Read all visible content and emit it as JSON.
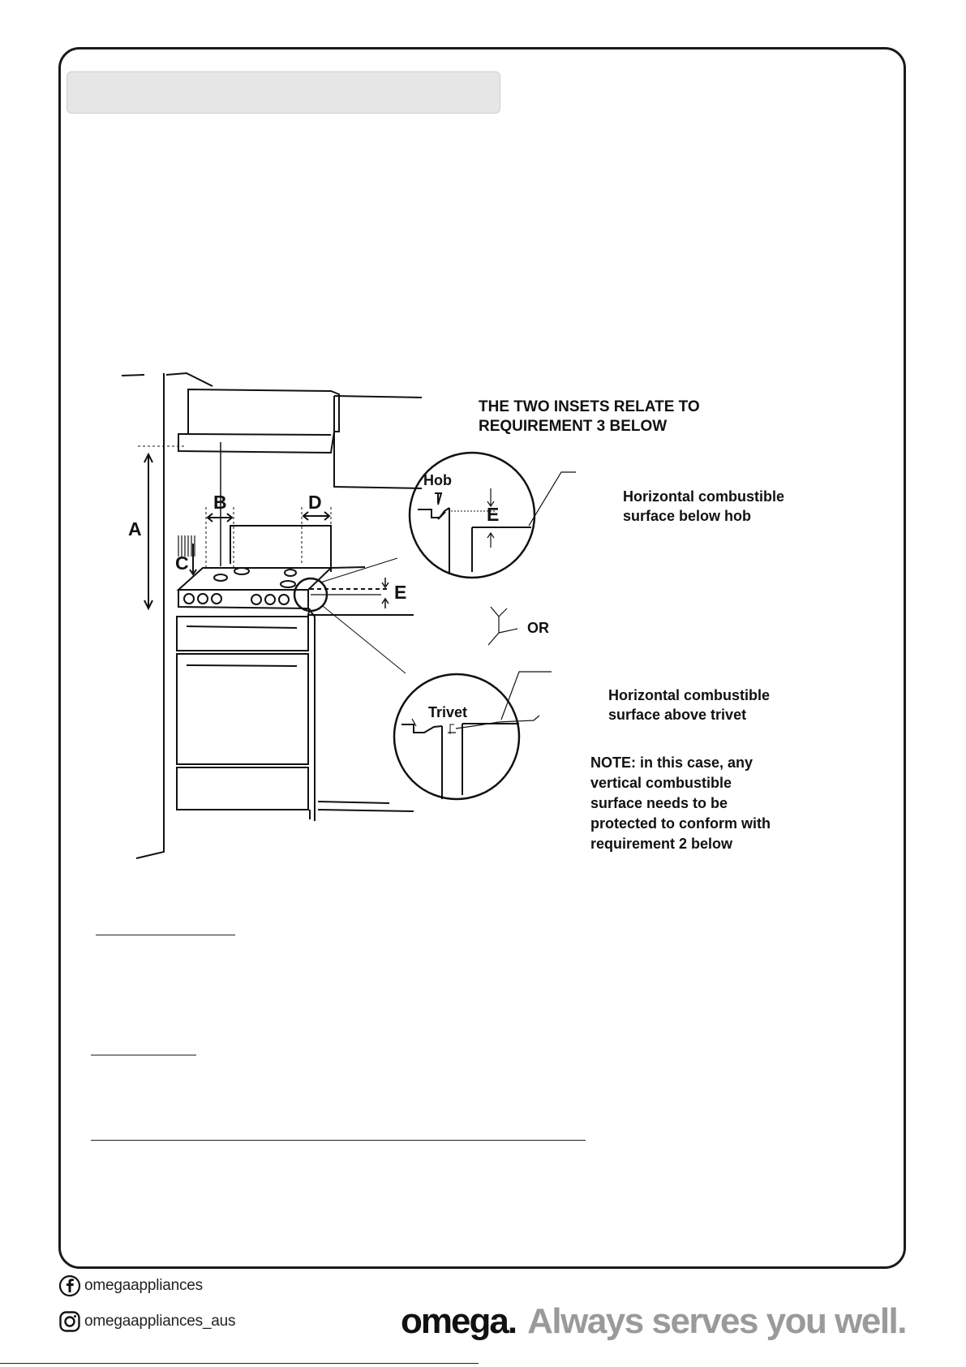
{
  "diagram": {
    "inset_note_line1": "THE TWO INSETS RELATE TO",
    "inset_note_line2": "REQUIREMENT 3 BELOW",
    "label_a": "A",
    "label_b": "B",
    "label_c": "C",
    "label_d": "D",
    "label_e": "E",
    "label_e_inset": "E",
    "label_hob": "Hob",
    "label_trivet": "Trivet",
    "label_or": "OR",
    "below_hob_line1": "Horizontal combustible",
    "below_hob_line2": "surface below hob",
    "above_trivet_line1": "Horizontal combustible",
    "above_trivet_line2": "surface above trivet",
    "note_line1": "NOTE: in this case, any",
    "note_line2": "vertical combustible",
    "note_line3": "surface needs to be",
    "note_line4": "protected to conform with",
    "note_line5": "requirement 2 below"
  },
  "footer": {
    "facebook_handle": "omegaappliances",
    "instagram_handle": "omegaappliances_aus",
    "brand_name": "omega",
    "brand_dot": ".",
    "tagline": "Always serves you well.",
    "facebook_icon": "facebook-icon",
    "instagram_icon": "instagram-icon"
  },
  "colors": {
    "title_bar": "#e6e6e6",
    "tagline": "#9a9a9a",
    "ink": "#111111"
  }
}
